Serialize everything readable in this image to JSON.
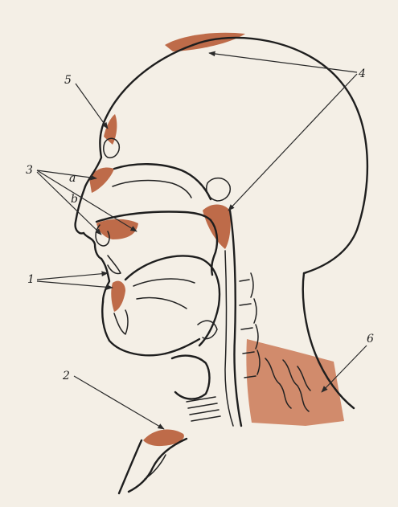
{
  "labels": {
    "l1": "1",
    "l2": "2",
    "l3": "3",
    "l4": "4",
    "l5": "5",
    "l6": "6",
    "la": "a",
    "lb": "b"
  },
  "colors": {
    "paper": "#f4efe6",
    "ink": "#1e1e1e",
    "highlight": "#b4542d"
  }
}
